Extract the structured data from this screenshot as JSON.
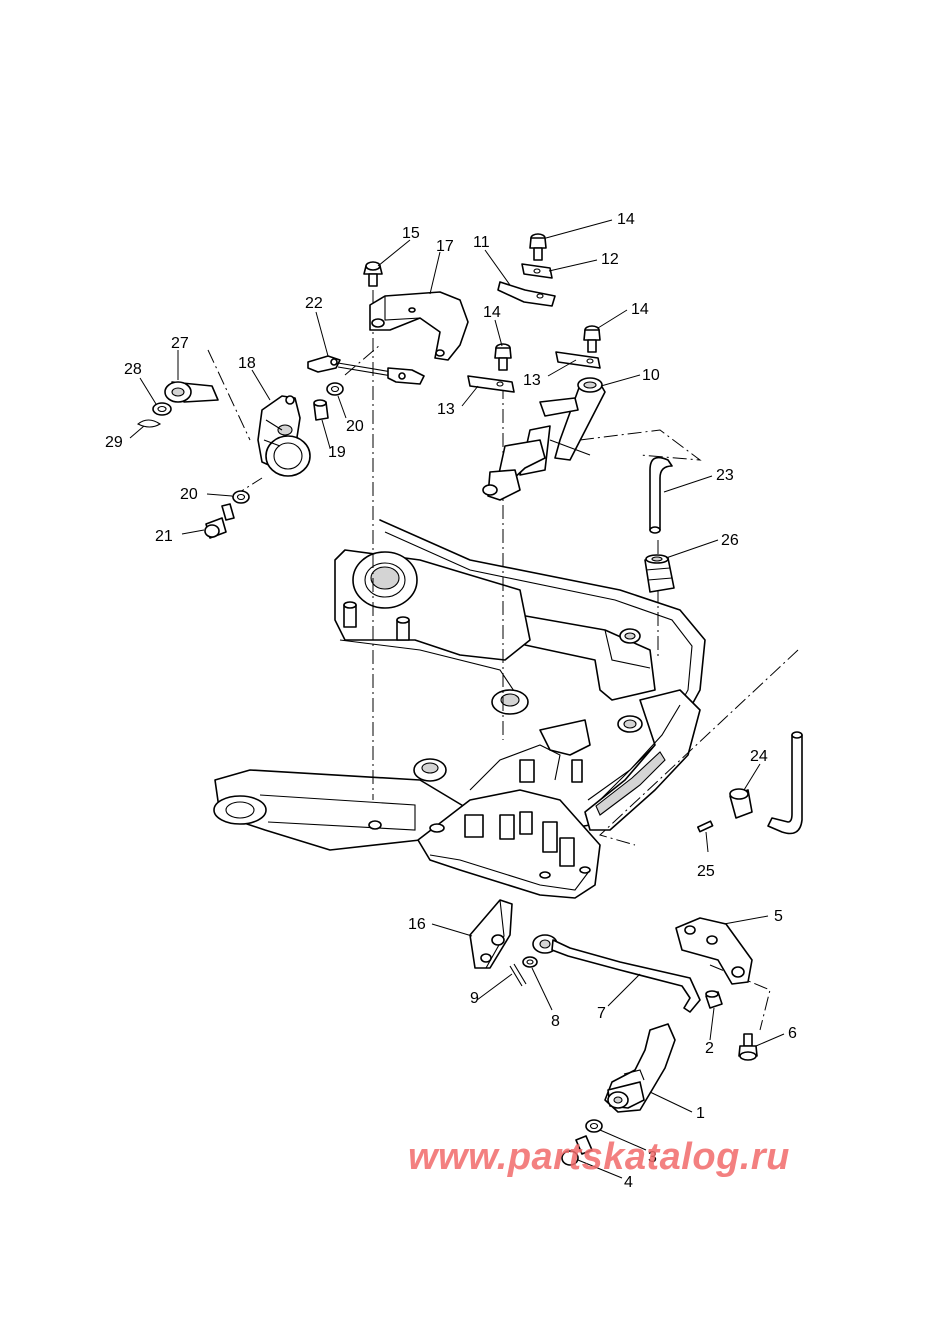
{
  "callouts": {
    "c1": "1",
    "c2": "2",
    "c3": "3",
    "c4": "4",
    "c5": "5",
    "c6": "6",
    "c7": "7",
    "c8": "8",
    "c9": "9",
    "c10": "10",
    "c11": "11",
    "c12": "12",
    "c13a": "13",
    "c13b": "13",
    "c14a": "14",
    "c14b": "14",
    "c14c": "14",
    "c15": "15",
    "c16": "16",
    "c17": "17",
    "c18": "18",
    "c19": "19",
    "c20a": "20",
    "c20b": "20",
    "c21": "21",
    "c22": "22",
    "c23": "23",
    "c24": "24",
    "c25": "25",
    "c26": "26",
    "c27": "27",
    "c28": "28",
    "c29": "29"
  },
  "watermark": "www.partskatalog.ru"
}
